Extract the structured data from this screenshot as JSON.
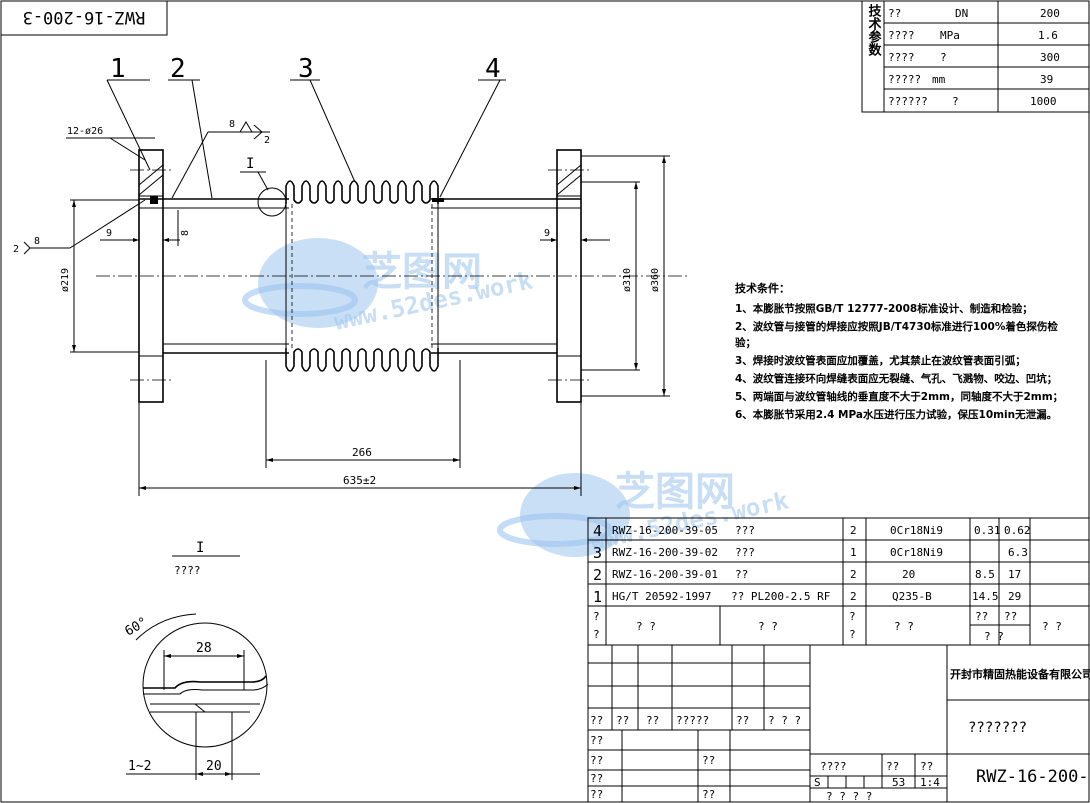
{
  "title_stamp": "RWZ-16-200-3",
  "params": {
    "header": "技术参数",
    "rows": [
      {
        "name": "??",
        "unit": "DN",
        "value": "200"
      },
      {
        "name": "????",
        "unit": "MPa",
        "value": "1.6"
      },
      {
        "name": "????",
        "unit": "?",
        "value": "300"
      },
      {
        "name": "?????",
        "unit": "mm",
        "value": "39"
      },
      {
        "name": "??????",
        "unit": "?",
        "value": "1000"
      }
    ]
  },
  "balloons": [
    "1",
    "2",
    "3",
    "4"
  ],
  "dims": {
    "bolts": "12-ø26",
    "weld_top": "8",
    "weld_top_n": "2",
    "weld_left": "8",
    "weld_left_n": "2",
    "wall": "8",
    "flange_l": "9",
    "flange_r": "9",
    "pipe_dia": "ø219",
    "bellows_dia": "ø310",
    "flange_dia": "ø360",
    "bellows_len": "266",
    "total_len": "635±2",
    "detail_ref": "I",
    "detail_label": "????",
    "angle": "60°",
    "detail_w1": "28",
    "detail_w2": "20",
    "detail_gap": "1~2"
  },
  "tech": {
    "heading": "技术条件：",
    "lines": [
      "1、本膨胀节按照GB/T 12777-2008标准设计、制造和检验；",
      "2、波纹管与接管的焊接应按照JB/T4730标准进行100%着色探伤检",
      "验；",
      "3、焊接时波纹管表面应加覆盖，尤其禁止在波纹管表面引弧；",
      "4、波纹管连接环向焊缝表面应无裂缝、气孔、飞溅物、咬边、凹坑；",
      "5、两端面与波纹管轴线的垂直度不大于2mm，同轴度不大于2mm；",
      "6、本膨胀节采用2.4 MPa水压进行压力试验，保压10min无泄漏。"
    ]
  },
  "bom": [
    {
      "no": "4",
      "code": "RWZ-16-200-39-05",
      "name": "???",
      "qty": "2",
      "mat": "0Cr18Ni9",
      "w1": "0.31",
      "w2": "0.62"
    },
    {
      "no": "3",
      "code": "RWZ-16-200-39-02",
      "name": "???",
      "qty": "1",
      "mat": "0Cr18Ni9",
      "w1": "",
      "w2": "6.3"
    },
    {
      "no": "2",
      "code": "RWZ-16-200-39-01",
      "name": "??",
      "qty": "2",
      "mat": "20",
      "w1": "8.5",
      "w2": "17"
    },
    {
      "no": "1",
      "code": "HG/T 20592-1997",
      "name": "?? PL200-2.5 RF",
      "qty": "2",
      "mat": "Q235-B",
      "w1": "14.5",
      "w2": "29"
    }
  ],
  "bom_header": {
    "a": "?",
    "a2": "?",
    "b": "?  ?",
    "c": "?  ?",
    "d": "?",
    "d2": "?",
    "e": "?  ?",
    "f1": "??",
    "f2": "??",
    "f3": "?  ?",
    "g": "?  ?"
  },
  "title_block": {
    "company": "开封市精固热能设备有限公司",
    "row_labels": [
      "??",
      "??",
      "??",
      "?????",
      "??",
      "?  ?  ?"
    ],
    "left_labels": [
      "??",
      "??",
      "??",
      "??"
    ],
    "mid_labels": [
      "??",
      "??"
    ],
    "stage_label": "????",
    "weight_label": "??",
    "scale_label": "??",
    "stage_s": "S",
    "weight": "53",
    "scale": "1:4",
    "name": "???????",
    "drawing_no": "RWZ-16-200-",
    "sheet_row": "?  ?  ?  ?"
  },
  "watermark": {
    "brand": "芝图网",
    "site": "www.52des.work"
  }
}
